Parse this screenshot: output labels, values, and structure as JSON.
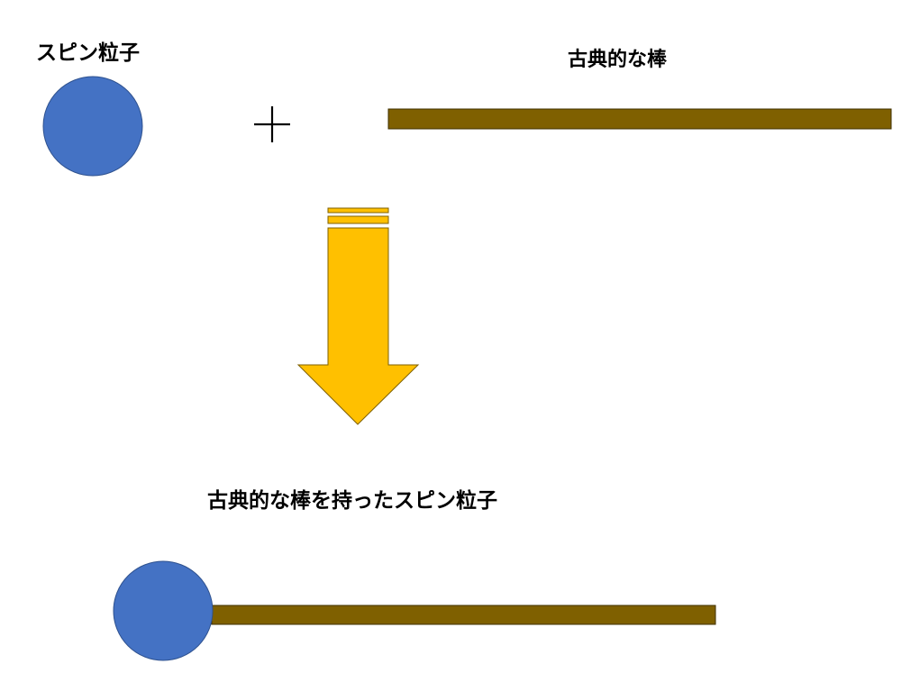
{
  "labels": {
    "spin_particle": "スピン粒子",
    "classical_rod": "古典的な棒",
    "result": "古典的な棒を持ったスピン粒子"
  },
  "symbols": {
    "plus": "+"
  },
  "colors": {
    "particle_fill": "#4472C4",
    "particle_stroke": "#2F528F",
    "rod_fill": "#7F6000",
    "rod_stroke": "#3F3000",
    "arrow_fill": "#FFC000",
    "arrow_stroke": "#7F6000",
    "plus_stroke": "#000000",
    "background": "#FFFFFF"
  },
  "icons": {
    "particle": "circle",
    "rod": "horizontal-bar",
    "operator": "plus-sign",
    "transition": "striped-down-arrow"
  }
}
